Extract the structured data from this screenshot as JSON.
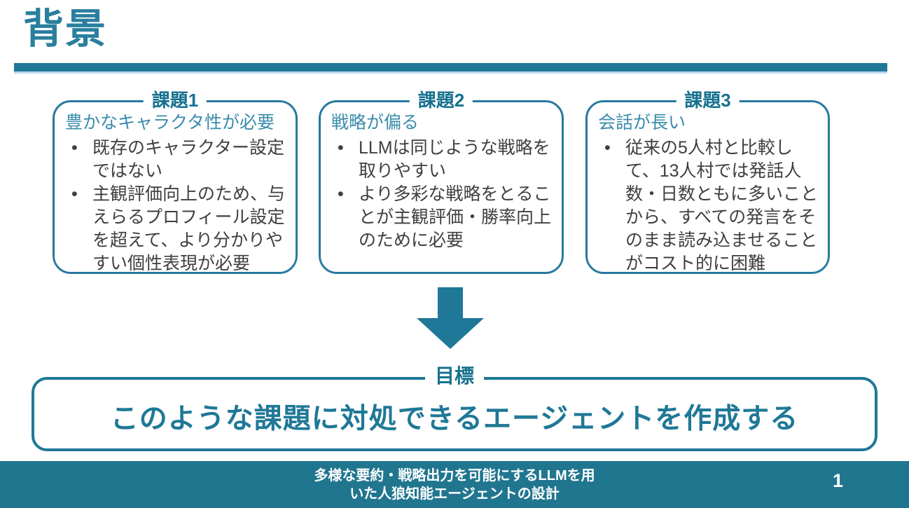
{
  "slide": {
    "title": "背景",
    "page_number": "1",
    "issues": [
      {
        "label": "課題1",
        "heading": "豊かなキャラクタ性が必要",
        "bullets": [
          "既存のキャラクター設定ではない",
          "主観評価向上のため、与えらるプロフィール設定を超えて、より分かりやすい個性表現が必要"
        ]
      },
      {
        "label": "課題2",
        "heading": "戦略が偏る",
        "bullets": [
          "LLMは同じような戦略を取りやすい",
          "より多彩な戦略をとることが主観評価・勝率向上のために必要"
        ]
      },
      {
        "label": "課題3",
        "heading": "会話が長い",
        "bullets": [
          "従来の5人村と比較して、13人村では発話人数・日数ともに多いことから、すべての発言をそのまま読み込ませることがコスト的に困難"
        ]
      }
    ],
    "goal": {
      "label": "目標",
      "text": "このような課題に対処できるエージェントを作成する"
    },
    "footer": {
      "title_line1": "多様な要約・戦略出力を可能にするLLMを用",
      "title_line2": "いた人狼知能エージェントの設計"
    },
    "colors": {
      "accent_teal": "#1F7897",
      "title_teal": "#2A7F9E",
      "box_border_teal": "#2779A0",
      "box_heading_teal": "#3A8CAB",
      "body_text_gray": "#3F3F3F",
      "footer_bg": "#21768F",
      "light_rule_blue": "#BDD7EE"
    }
  }
}
